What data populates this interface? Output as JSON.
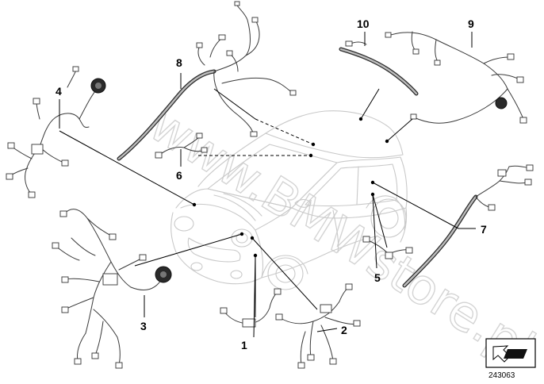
{
  "watermark": "www.BMWstore.pl",
  "callouts": [
    {
      "id": "c1",
      "label": "1"
    },
    {
      "id": "c2",
      "label": "2"
    },
    {
      "id": "c3",
      "label": "3"
    },
    {
      "id": "c4",
      "label": "4"
    },
    {
      "id": "c5",
      "label": "5"
    },
    {
      "id": "c6",
      "label": "6"
    },
    {
      "id": "c7",
      "label": "7"
    },
    {
      "id": "c8",
      "label": "8"
    },
    {
      "id": "c9",
      "label": "9"
    },
    {
      "id": "c10",
      "label": "10"
    }
  ],
  "reference_number": "243063",
  "colors": {
    "harness": "#3a3a3a",
    "car_outline": "#c9c9c9",
    "watermark": "#d4d4d4",
    "leader": "#000000"
  }
}
